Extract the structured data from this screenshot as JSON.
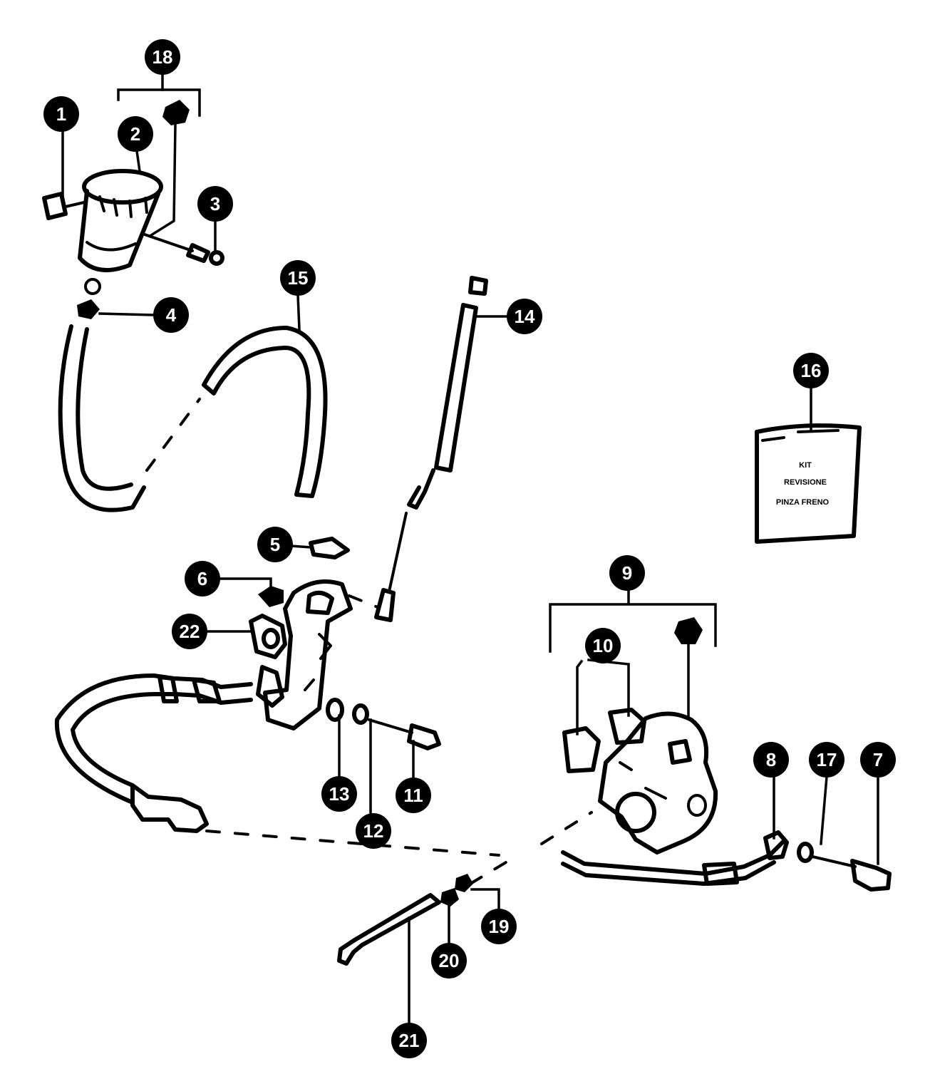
{
  "diagram": {
    "callouts": [
      {
        "id": "c1",
        "number": "1"
      },
      {
        "id": "c2",
        "number": "2"
      },
      {
        "id": "c3",
        "number": "3"
      },
      {
        "id": "c4",
        "number": "4"
      },
      {
        "id": "c5",
        "number": "5"
      },
      {
        "id": "c6",
        "number": "6"
      },
      {
        "id": "c7",
        "number": "7"
      },
      {
        "id": "c8",
        "number": "8"
      },
      {
        "id": "c9",
        "number": "9"
      },
      {
        "id": "c10",
        "number": "10"
      },
      {
        "id": "c11",
        "number": "11"
      },
      {
        "id": "c12",
        "number": "12"
      },
      {
        "id": "c13",
        "number": "13"
      },
      {
        "id": "c14",
        "number": "14"
      },
      {
        "id": "c15",
        "number": "15"
      },
      {
        "id": "c16",
        "number": "16"
      },
      {
        "id": "c17",
        "number": "17"
      },
      {
        "id": "c18",
        "number": "18"
      },
      {
        "id": "c19",
        "number": "19"
      },
      {
        "id": "c20",
        "number": "20"
      },
      {
        "id": "c21",
        "number": "21"
      },
      {
        "id": "c22",
        "number": "22"
      }
    ],
    "kit_label": {
      "line1": "KIT",
      "line2": "REVISIONE",
      "line3": "PINZA FRENO"
    }
  }
}
